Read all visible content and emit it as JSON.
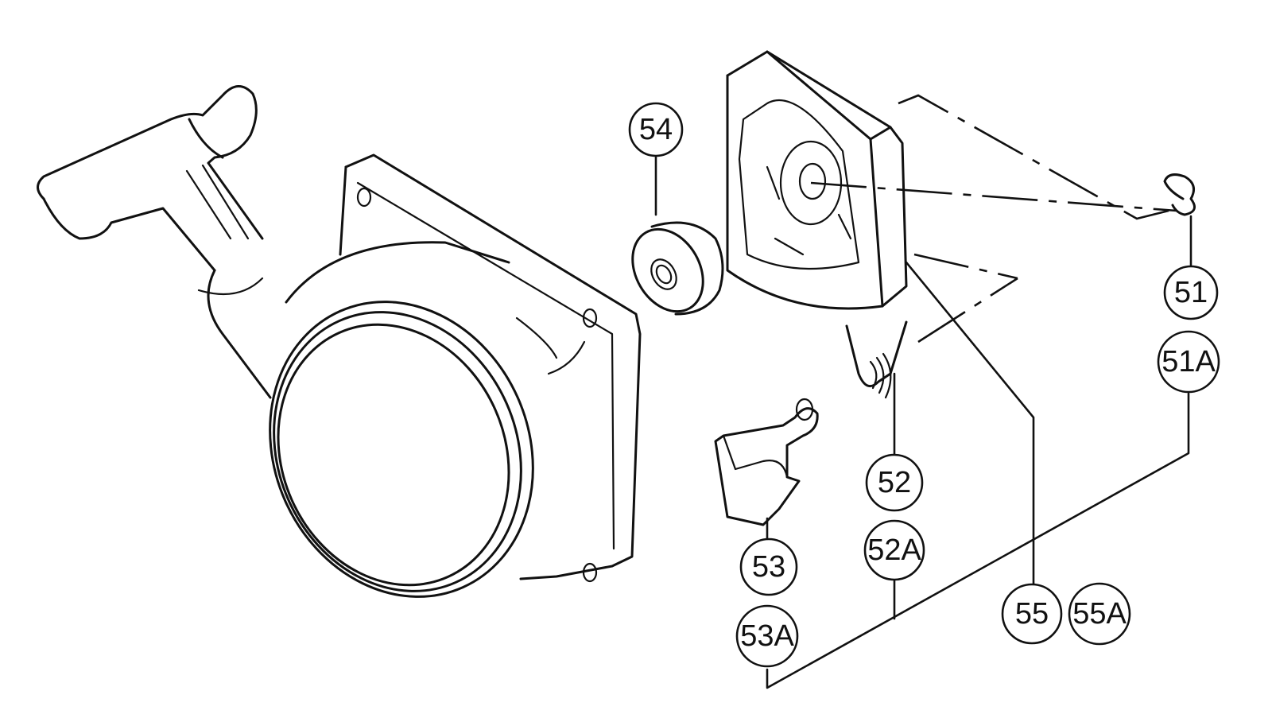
{
  "callouts": {
    "c51": "51",
    "c51a": "51A",
    "c52": "52",
    "c52a": "52A",
    "c53": "53",
    "c53a": "53A",
    "c54": "54",
    "c55": "55",
    "c55a": "55A"
  }
}
